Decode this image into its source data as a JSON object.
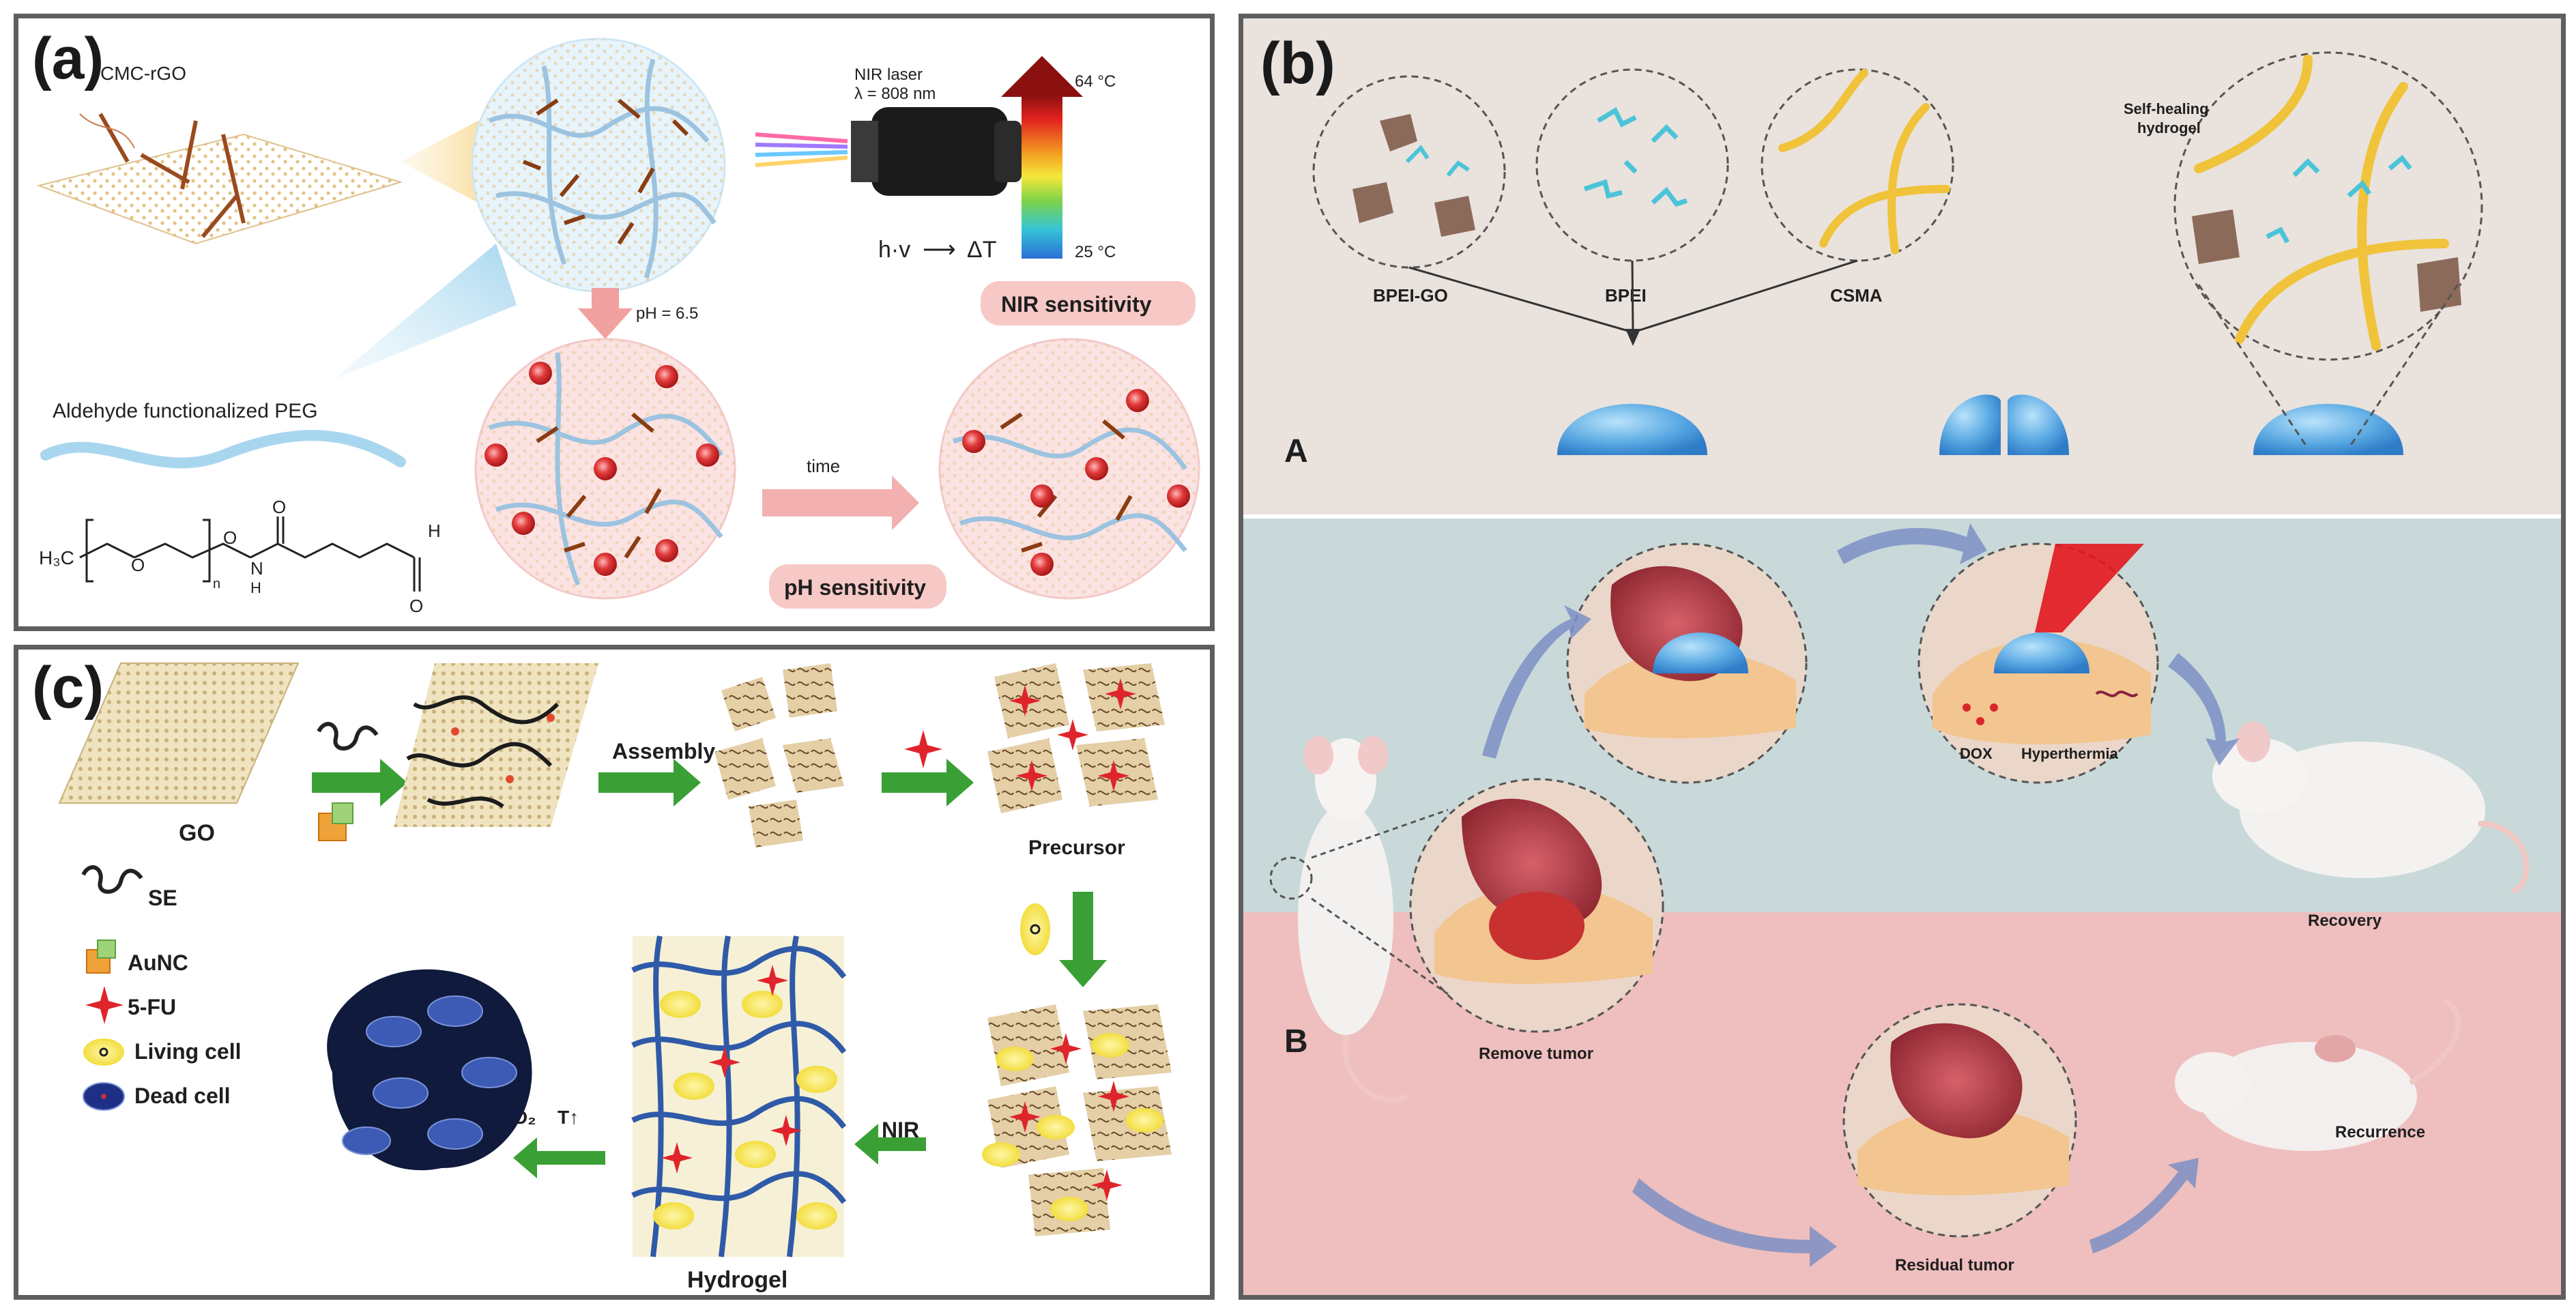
{
  "panel_a": {
    "label": "(a)",
    "cmc_rgo": "CMC-rGO",
    "laser_line1": "NIR laser",
    "laser_line2": "λ = 808 nm",
    "temp_high": "64 °C",
    "temp_low": "25 °C",
    "hv": "h·v",
    "arrow": "⟶",
    "delta_t": "ΔT",
    "nir_sensitivity": "NIR sensitivity",
    "ph": "pH = 6.5",
    "aldehyde_peg": "Aldehyde functionalized PEG",
    "time": "time",
    "ph_sensitivity": "pH sensitivity",
    "formula_h3c": "H₃C",
    "formula_o1": "O",
    "formula_n": "n",
    "formula_o2": "O",
    "formula_nh": "N",
    "formula_h": "H",
    "formula_o3": "O",
    "formula_o4": "O",
    "formula_h2": "H",
    "colors": {
      "nir_box": "#f6c9c6",
      "ph_box": "#f6c9c6",
      "circle_bg": "#fbe6e6"
    }
  },
  "panel_b": {
    "label": "(b)",
    "bpei_go": "BPEI-GO",
    "bpei": "BPEI",
    "csma": "CSMA",
    "self_healing_1": "Self-healing",
    "self_healing_2": "hydrogel",
    "section_a": "A",
    "section_b": "B",
    "dox": "DOX",
    "hyperthermia": "Hyperthermia",
    "recovery": "Recovery",
    "remove_tumor": "Remove tumor",
    "residual_tumor": "Residual tumor",
    "recurrence": "Recurrence",
    "colors": {
      "top_bg": "#e9e2dd",
      "mid_bg": "#c9d9d9",
      "bot_bg": "#eebfbe"
    }
  },
  "panel_c": {
    "label": "(c)",
    "go": "GO",
    "assembly": "Assembly",
    "precursor": "Precursor",
    "nir": "NIR",
    "hydrogel": "Hydrogel",
    "o2_prefix": "¹O₂",
    "t_up": "T↑",
    "legend": [
      {
        "label": "SE"
      },
      {
        "label": "AuNC"
      },
      {
        "label": "5-FU"
      },
      {
        "label": "Living cell"
      },
      {
        "label": "Dead cell"
      }
    ],
    "colors": {
      "arrow": "#3aa035",
      "star": "#e0242b",
      "living": "#f3e33a",
      "dead": "#1e2f86"
    }
  }
}
